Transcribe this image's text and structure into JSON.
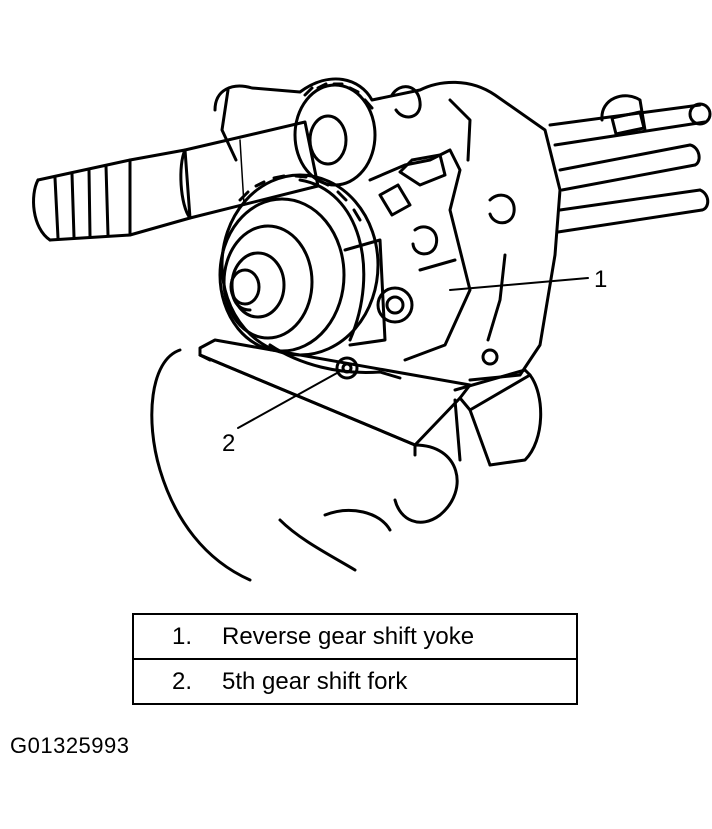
{
  "callouts": [
    {
      "number": "1"
    },
    {
      "number": "2"
    }
  ],
  "legend": [
    {
      "number": "1.",
      "label": "Reverse gear shift yoke"
    },
    {
      "number": "2.",
      "label": "5th gear shift fork"
    }
  ],
  "figure_id": "G01325993",
  "colors": {
    "ink": "#000000",
    "paper": "#ffffff"
  }
}
